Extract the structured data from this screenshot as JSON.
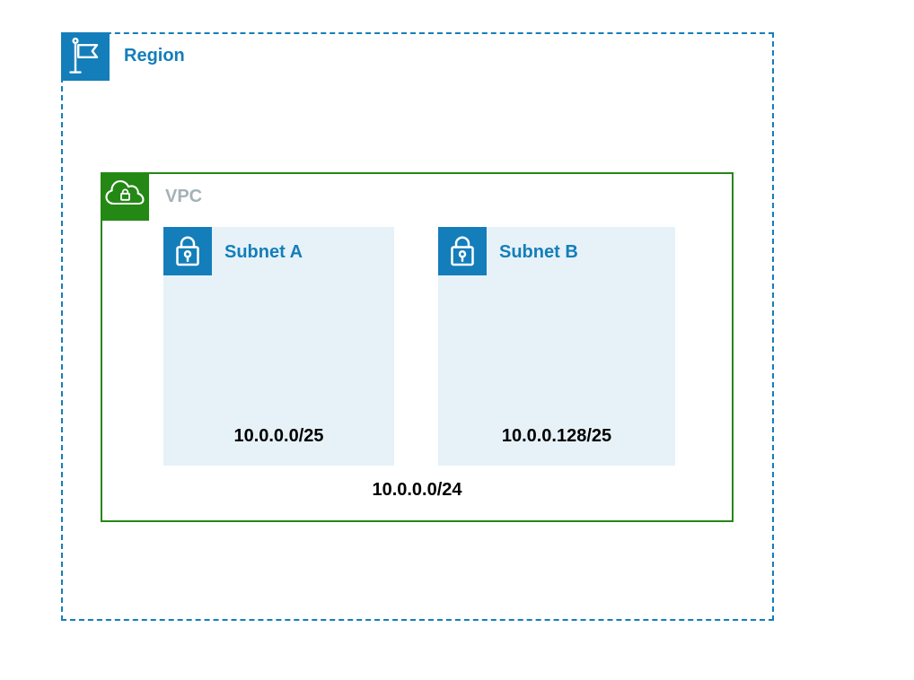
{
  "diagram": {
    "region": {
      "label": "Region",
      "icon": "flag-icon",
      "vpc": {
        "label": "VPC",
        "icon": "cloud-lock-icon",
        "cidr": "10.0.0.0/24",
        "subnets": [
          {
            "label": "Subnet A",
            "icon": "lock-icon",
            "cidr": "10.0.0.0/25"
          },
          {
            "label": "Subnet B",
            "icon": "lock-icon",
            "cidr": "10.0.0.128/25"
          }
        ]
      }
    },
    "colors": {
      "region_blue": "#147EBA",
      "vpc_green": "#248814",
      "subnet_fill": "#E6F2F8",
      "vpc_label_gray": "#A4B2B7",
      "cidr_text": "#000000"
    }
  }
}
